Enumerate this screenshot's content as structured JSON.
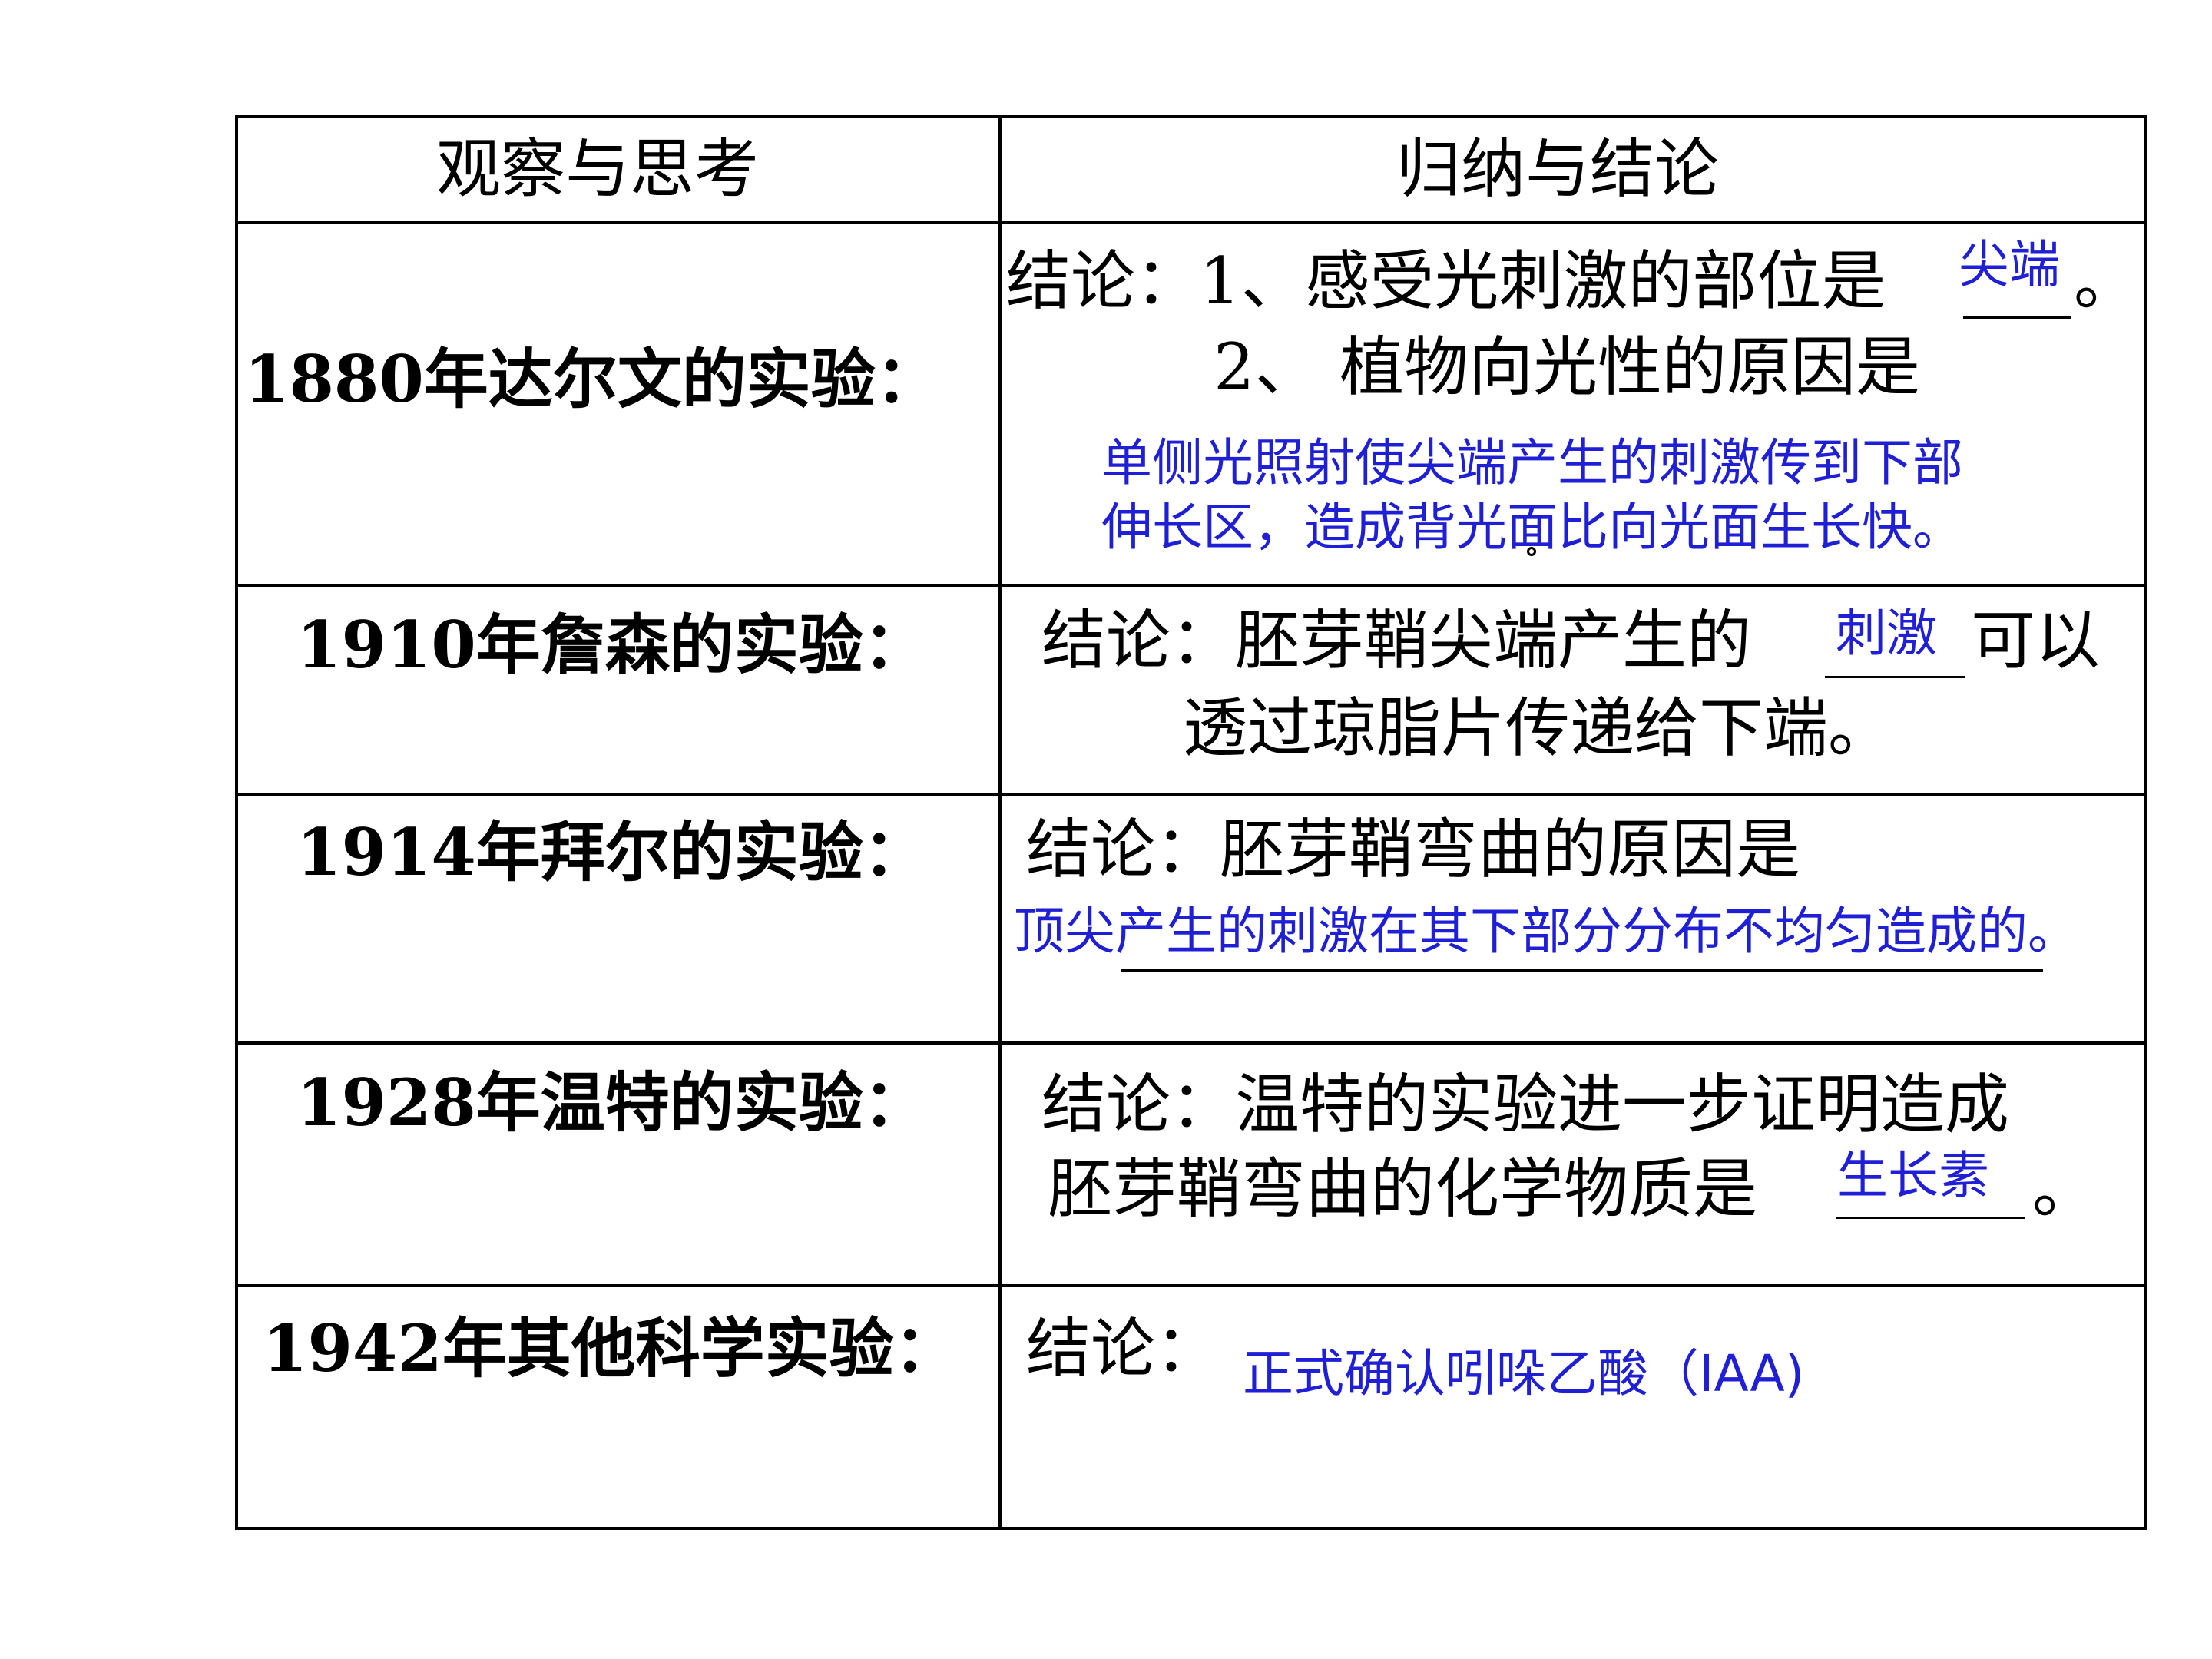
{
  "header": {
    "left": "观察与思考",
    "right": "归纳与结论"
  },
  "rows": [
    {
      "label": "1880年达尔文的实验：",
      "c1_prefix": "结论：1、感受光刺激的部位是",
      "c1_answer": "尖端",
      "c1_end": "。",
      "c2_line": "2、 植物向光性的原因是",
      "c2_answer_1": "单侧光照射使尖端产生的刺激传到下部",
      "c2_answer_2": "伸长区，造成背光面比向光面生长快。"
    },
    {
      "label": "1910年詹森的实验：",
      "line1_prefix": "结论：胚芽鞘尖端产生的",
      "answer": "刺激",
      "line1_suffix": "可以",
      "line2": "透过琼脂片传递给下端。"
    },
    {
      "label": "1914年拜尔的实验：",
      "line1": "结论：胚芽鞘弯曲的原因是",
      "answer": "顶尖产生的刺激在其下部分分布不均匀造成的。"
    },
    {
      "label": "1928年温特的实验：",
      "line1": "结论：温特的实验进一步证明造成",
      "line2_prefix": "胚芽鞘弯曲的化学物质是",
      "answer": "生长素",
      "line2_end": "。"
    },
    {
      "label": "1942年其他科学实验：",
      "prefix": "结论：",
      "answer": "正式确认吲哚乙酸（IAA)"
    }
  ],
  "colors": {
    "text": "#000000",
    "answer": "#1f1fd6",
    "border": "#000000"
  }
}
